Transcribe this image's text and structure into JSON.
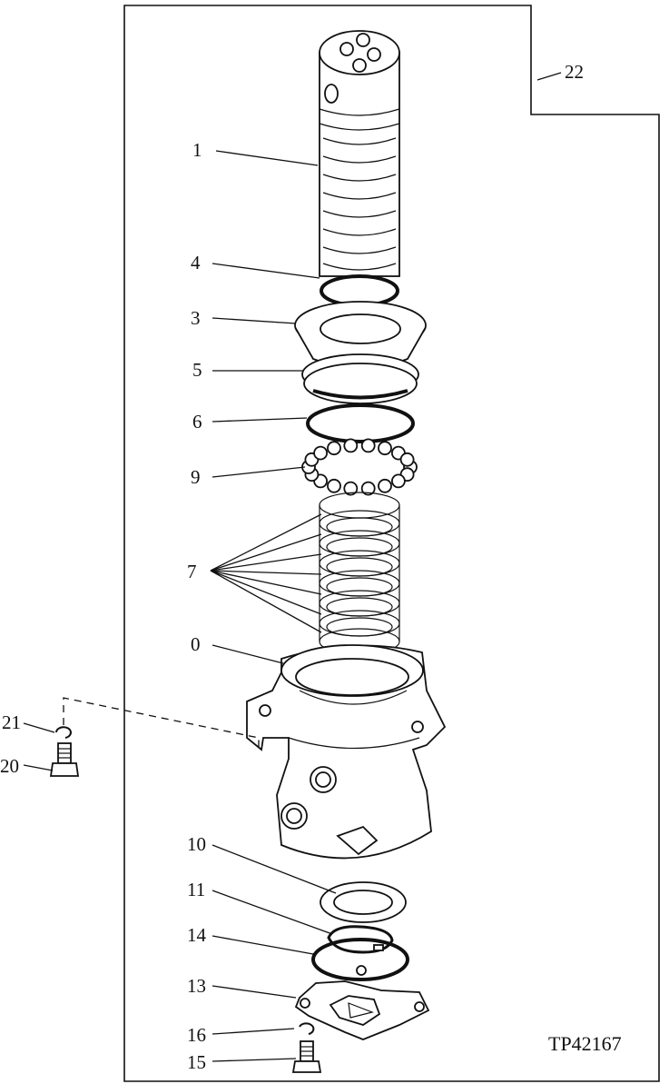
{
  "drawing": {
    "code": "TP42167"
  },
  "callouts": {
    "c1": "1",
    "c4": "4",
    "c3": "3",
    "c5": "5",
    "c6": "6",
    "c9": "9",
    "c7": "7",
    "c0": "0",
    "c21": "21",
    "c20": "20",
    "c10": "10",
    "c11": "11",
    "c14": "14",
    "c13": "13",
    "c16": "16",
    "c15": "15",
    "c22": "22"
  }
}
